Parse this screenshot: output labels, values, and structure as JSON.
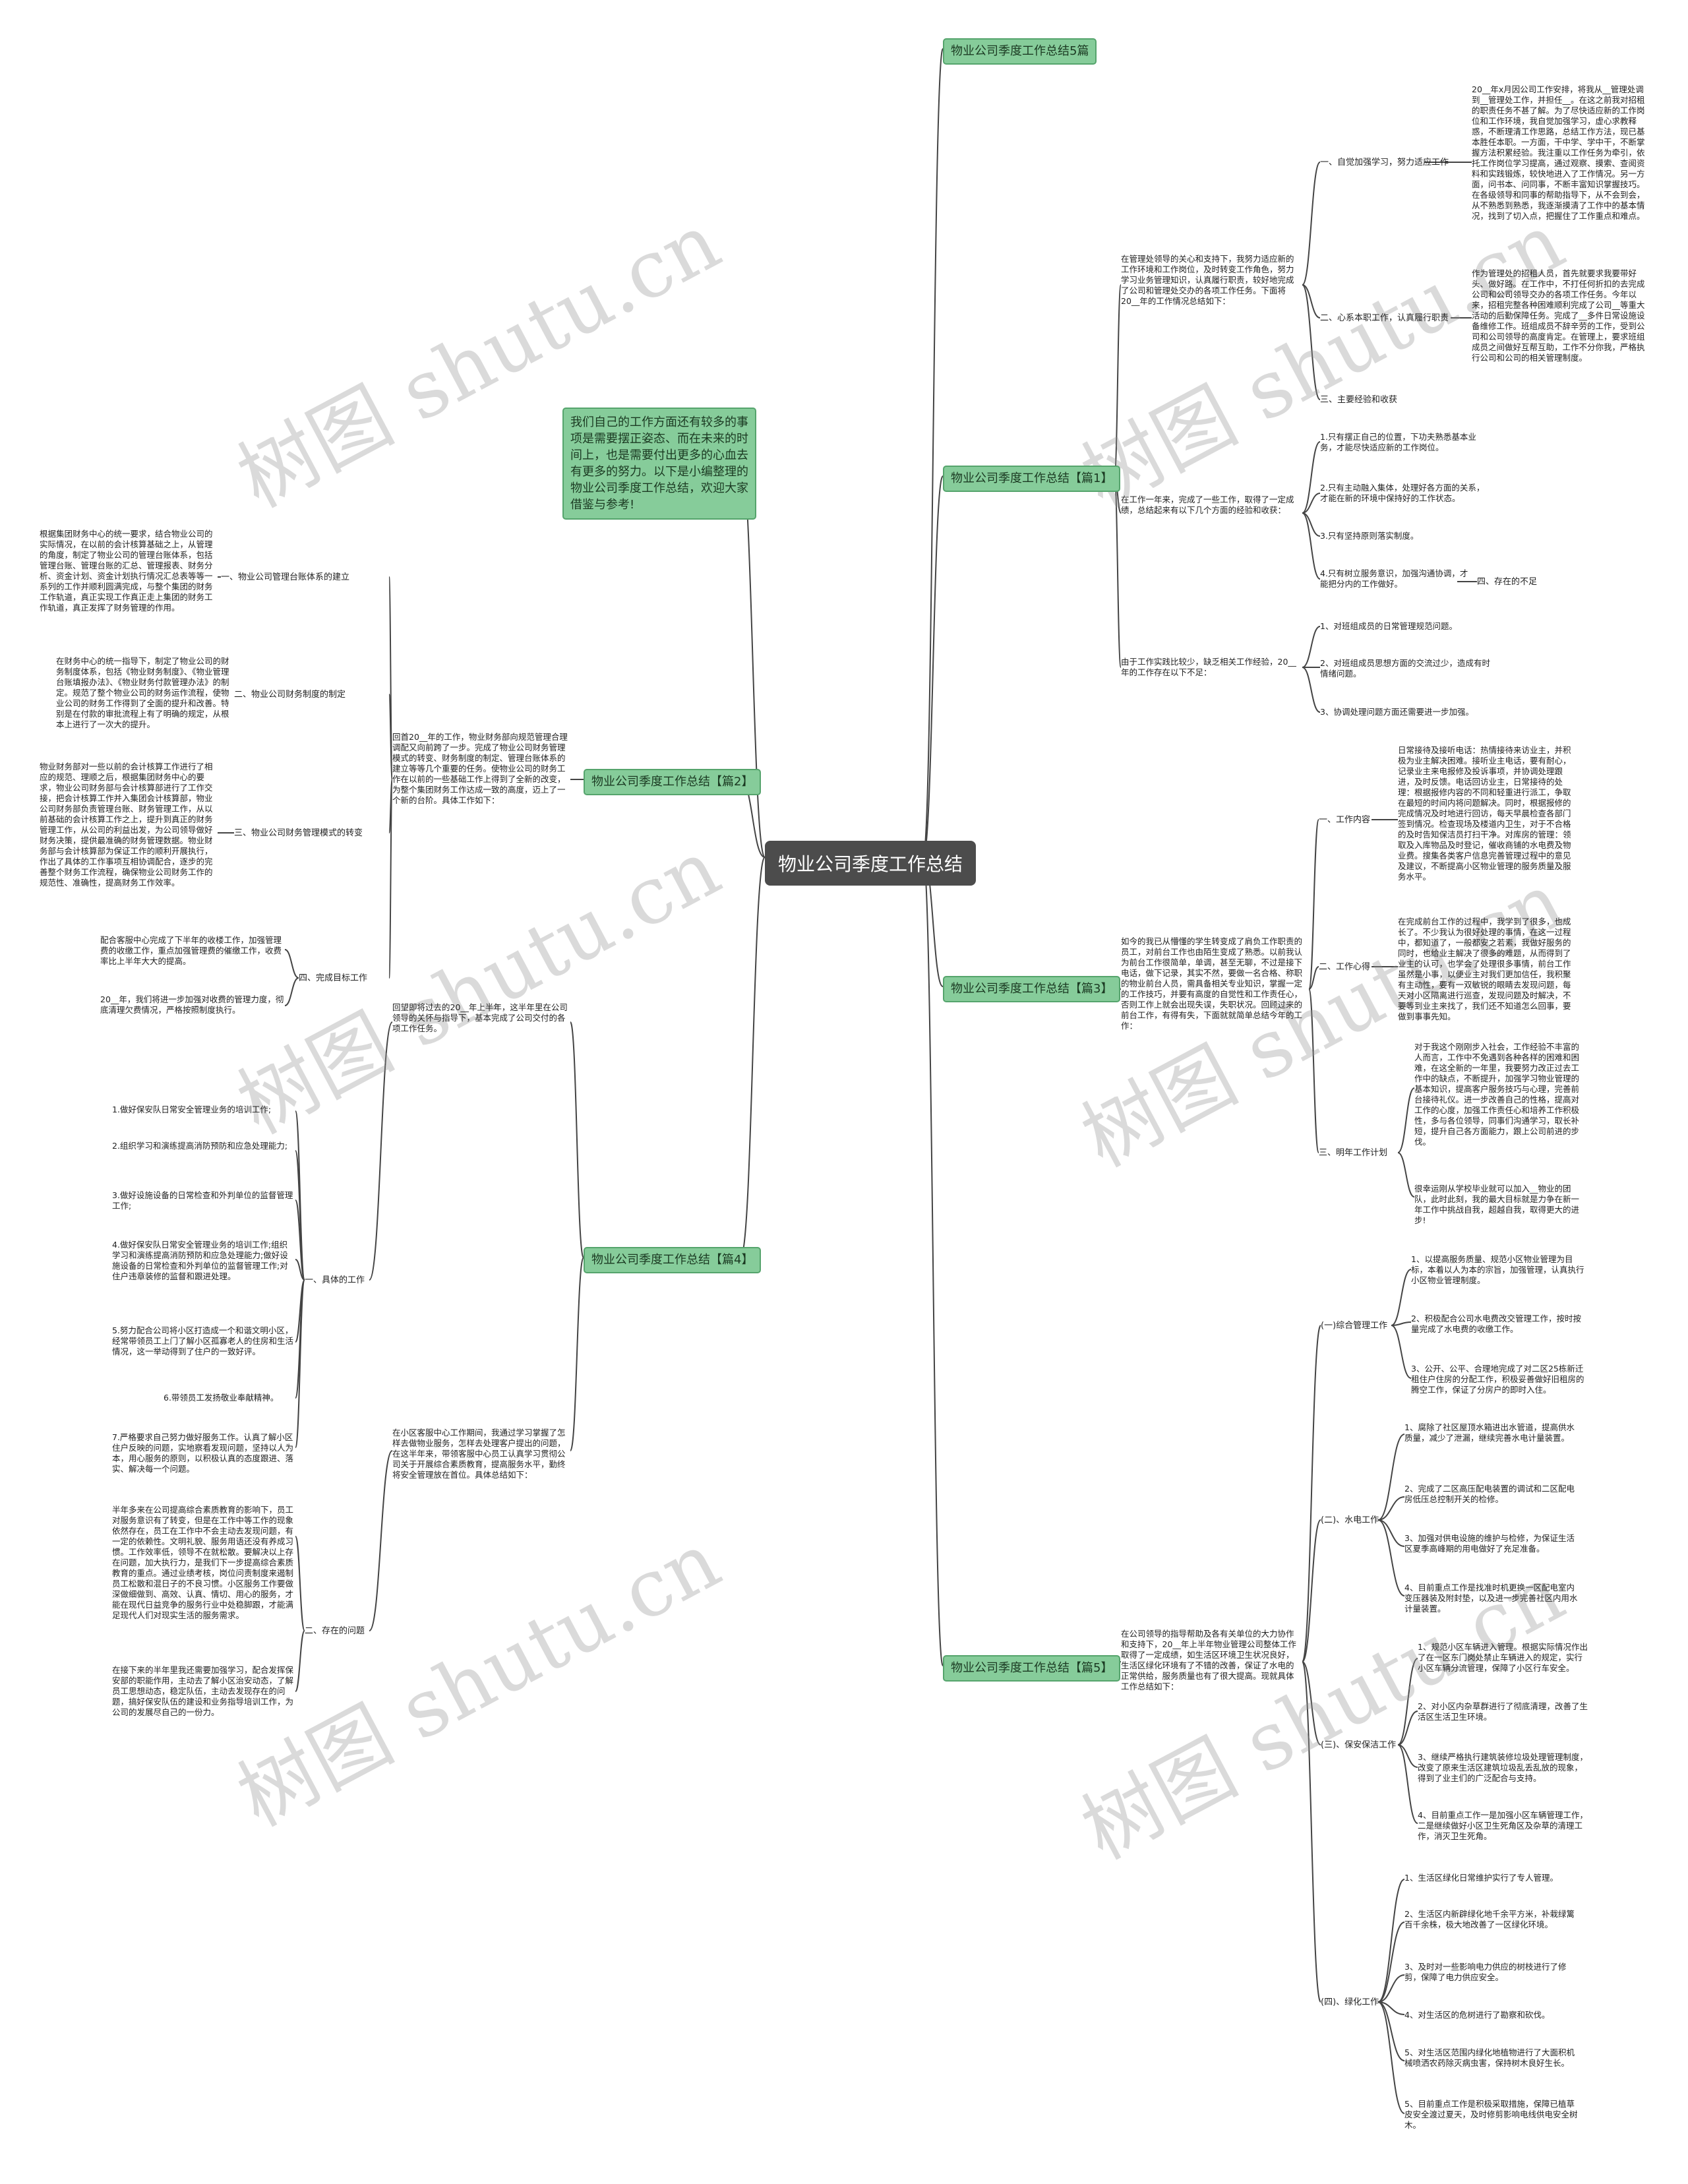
{
  "root": "物业公司季度工作总结",
  "watermark": "树图 shutu.cn",
  "note": "我们自己的工作方面还有较多的事项是需要摆正姿态、而在未来的时间上，也是需要付出更多的心血去有更多的努力。以下是小编整理的物业公司季度工作总结，欢迎大家借鉴与参考!",
  "branches": {
    "b5": "物业公司季度工作总结5篇",
    "p1": "物业公司季度工作总结【篇1】",
    "p2": "物业公司季度工作总结【篇2】",
    "p3": "物业公司季度工作总结【篇3】",
    "p4": "物业公司季度工作总结【篇4】",
    "p5": "物业公司季度工作总结【篇5】"
  },
  "p1": {
    "intro1": "在管理处领导的关心和支持下，我努力适应新的工作环境和工作岗位，及时转变工作角色，努力学习业务管理知识，认真履行职责，较好地完成了公司和管理处交办的各项工作任务。下面将20__年的工作情况总结如下：",
    "s1": "一、自觉加强学习，努力适应工作",
    "s1_text": "20__年x月因公司工作安排，将我从__管理处调到__管理处工作，并担任__。在这之前我对招租的职责任务不甚了解。为了尽快适应新的工作岗位和工作环境，我自觉加强学习，虚心求教释惑，不断理清工作思路，总结工作方法，现已基本胜任本职。一方面，干中学、学中干，不断掌握方法积累经验。我注重以工作任务为牵引，依托工作岗位学习提高，通过观察、摸索、查阅资料和实践锻炼，较快地进入了工作情况。另一方面，问书本、问同事，不断丰富知识掌握技巧。在各级领导和同事的帮助指导下，从不会到会，从不熟悉到熟悉，我逐渐摸清了工作中的基本情况，找到了切入点，把握住了工作重点和难点。",
    "s2": "二、心系本职工作，认真履行职责",
    "s2_text": "作为管理处的招租人员，首先就要求我要带好头、做好路。在工作中，不打任何折扣的去完成公司和公司领导交办的各项工作任务。今年以来，招租完整各种困难顺利完成了公司__等重大活动的后勤保障任务。完成了__多件日常设施设备维修工作。班组成员不辞辛劳的工作，受到公司和公司领导的高度肯定。在管理上，要求班组成员之间做好互帮互助，工作不分你我，严格执行公司和公司的相关管理制度。",
    "s3": "三、主要经验和收获",
    "intro2": "在工作一年来，完成了一些工作，取得了一定成绩，总结起来有以下几个方面的经验和收获：",
    "e1": "1.只有摆正自己的位置，下功夫熟悉基本业务，才能尽快适应新的工作岗位。",
    "e2": "2.只有主动融入集体，处理好各方面的关系，才能在新的环境中保持好的工作状态。",
    "e3": "3.只有坚持原则落实制度。",
    "e4": "4.只有树立服务意识，加强沟通协调，才能把分内的工作做好。",
    "s4": "四、存在的不足",
    "intro3": "由于工作实践比较少，缺乏相关工作经验，20__年的工作存在以下不足：",
    "d1": "1、对班组成员的日常管理规范问题。",
    "d2": "2、对班组成员思想方面的交流过少，造成有时情绪问题。",
    "d3": "3、协调处理问题方面还需要进一步加强。"
  },
  "p2": {
    "intro": "回首20__年的工作，物业财务部向规范管理合理调配又向前跨了一步。完成了物业公司财务管理模式的转变、财务制度的制定、管理台账体系的建立等等几个重要的任务。使物业公司的财务工作在以前的一些基础工作上得到了全新的改变，为整个集团财务工作达成一致的高度，迈上了一个新的台阶。具体工作如下：",
    "s1": "一、物业公司管理台账体系的建立",
    "s1_text": "根据集团财务中心的统一要求，结合物业公司的实际情况，在以前的会计核算基础之上，从管理的角度，制定了物业公司的管理台账体系，包括管理台账、管理台账的汇总、管理报表、财务分析、资金计划、资金计划执行情况汇总表等等一系列的工作并顺利圆满完成，与整个集团的财务工作轨道，真正实现工作真正走上集团的财务工作轨道，真正发挥了财务管理的作用。",
    "s2": "二、物业公司财务制度的制定",
    "s2_text": "在财务中心的统一指导下，制定了物业公司的财务制度体系，包括《物业财务制度》、《物业管理台账填报办法》、《物业财务付款管理办法》的制定。规范了整个物业公司的财务运作流程，使物业公司的财务工作得到了全面的提升和改善。特别是在付款的审批流程上有了明确的规定，从根本上进行了一次大的提升。",
    "s3": "三、物业公司财务管理模式的转变",
    "s3_text": "物业财务部对一些以前的会计核算工作进行了相应的规范、理顺之后，根据集团财务中心的要求，物业公司财务部与会计核算部进行了工作交接，把会计核算工作并入集团会计核算部，物业公司财务部负责管理台账、财务管理工作，从以前基础的会计核算工作之上，提升到真正的财务管理工作，从公司的利益出发，为公司领导做好财务决策，提供最准确的财务管理数据。物业财务部与会计核算部为保证工作的顺利开展执行，作出了具体的工作事项互相协调配合，逐步的完善整个财务工作流程，确保物业公司财务工作的规范性、准确性，提高财务工作效率。",
    "s4": "四、完成目标工作",
    "g1": "配合客服中心完成了下半年的收楼工作，加强管理费的收缴工作，重点加强管理费的催缴工作，收费率比上半年大大的提高。",
    "g2": "20__年，我们将进一步加强对收费的管理力度，彻底清理欠费情况，严格按照制度执行。"
  },
  "p3": {
    "intro": "如今的我已从懵懂的学生转变成了肩负工作职责的员工，对前台工作也由陌生变成了熟悉。以前我认为前台工作很简单，单调，甚至无聊，不过是接下电话，做下记录，其实不然，要做一名合格、称职的物业前台人员，需具备相关专业知识，掌握一定的工作技巧，并要有高度的自觉性和工作责任心，否则工作上就会出现失误，失职状况。回顾过来的前台工作，有得有失，下面就就简单总结今年的工作：",
    "s1": "一、工作内容",
    "s1_text": "日常接待及接听电话：热情接待来访业主，并积极为业主解决困难。接听业主电话，要有耐心，记录业主来电报修及投诉事项，并协调处理跟进，及时反馈。电话回访业主，日常接待的处理：根据报修内容的不同和轻重进行派工，争取在最短的时间内将问题解决。同时，根据报修的完成情况及时地进行回访，每天早晨检查各部门签到情况。检查现场及楼道内卫生，对于不合格的及时告知保洁员打扫干净。对库房的管理：领取及入库物品及时登记，催收商铺的水电费及物业费。搜集各类客户信息完善管理过程中的意见及建议，不断提高小区物业管理的服务质量及服务水平。",
    "s2": "二、工作心得",
    "s2_text": "在完成前台工作的过程中，我学到了很多，也成长了。不少我认为很好处理的事情，在这一过程中，都知道了，一般都安之若素，我做好服务的同时，也给业主解决了很多的难题，从而得到了业主的认可，也学会了处理很多事情，前台工作虽然是小事，以便业主对我们更加信任，我积聚有主动性，要有一双敏锐的眼睛去发现问题，每天对小区隔离进行巡查，发现问题及时解决，不要等到业主来找了，我们还不知道怎么回事，要做到事事先知。",
    "s3": "三、明年工作计划",
    "s3_text1": "对于我这个刚刚步入社会，工作经验不丰富的人而言，工作中不免遇到各种各样的困难和困难，在这全新的一年里，我要努力改正过去工作中的缺点，不断提升，加强学习物业管理的基本知识，提高客户服务技巧与心理，完善前台接待礼仪。进一步改善自己的性格，提高对工作的心度，加强工作责任心和培养工作积极性，多与各位领导，同事们沟通学习，取长补短，提升自己各方面能力，跟上公司前进的步伐。",
    "s3_text2": "很幸运刚从学校毕业就可以加入__物业的团队，此时此刻，我的最大目标就是力争在新一年工作中挑战自我，超越自我，取得更大的进步!"
  },
  "p4": {
    "intro1": "回望即将过去的20__年上半年，这半年里在公司领导的关怀与指导下，基本完成了公司交付的各项工作任务。",
    "s1": "一、具体的工作",
    "w1": "1.做好保安队日常安全管理业务的培训工作;",
    "w2": "2.组织学习和演练提高消防预防和应急处理能力;",
    "w3": "3.做好设施设备的日常检查和外判单位的监督管理工作;",
    "w4": "4.做好保安队日常安全管理业务的培训工作;组织学习和演练提高消防预防和应急处理能力;做好设施设备的日常检查和外判单位的监督管理工作;对住户违章装修的监督和跟进处理。",
    "w5": "5.努力配合公司将小区打造成一个和谐文明小区，经常带领员工上门了解小区孤寡老人的住房和生活情况，这一举动得到了住户的一致好评。",
    "w6": "6.带领员工发扬敬业奉献精神。",
    "w7": "7.严格要求自己努力做好服务工作。认真了解小区住户反映的问题，实地察看发现问题，坚持以人为本，用心服务的原则，以积极认真的态度跟进、落实、解决每一个问题。",
    "intro2": "在小区客服中心工作期间，我通过学习掌握了怎样去做物业服务，怎样去处理客户提出的问题，在这半年来，带领客服中心员工认真学习贯彻公司关于开展综合素质教育，提高服务水平，勤终将安全管理放在首位。具体总结如下：",
    "s2": "二、存在的问题",
    "q1": "半年多来在公司提高综合素质教育的影响下，员工对服务意识有了转变，但是在工作中等工作的现象依然存在，员工在工作中不会主动去发现问题，有一定的依赖性。文明礼貌、服务用语还没有养成习惯。工作效率低，领导不在就松散。要解决以上存在问题，加大执行力，是我们下一步提高综合素质教育的重点。通过业绩考核，岗位问责制度来遏制员工松散和混日子的不良习惯。小区服务工作要做深做细做到、高效、认真、情切、用心的服务，才能在现代日益竞争的服务行业中处稳脚跟，才能满足现代人们对现实生活的服务需求。",
    "q2": "在接下来的半年里我还需要加强学习，配合发挥保安部的职能作用，主动去了解小区治安动态，了解员工思想动态，稳定队伍，主动去发现存在的问题，搞好保安队伍的建设和业务指导培训工作，为公司的发展尽自己的一份力。"
  },
  "p5": {
    "intro": "在公司领导的指导帮助及各有关单位的大力协作和支持下，20__年上半年物业管理公司整体工作取得了一定成绩，如生活区环境卫生状况良好，生活区绿化环境有了不错的改善，保证了水电的正常供给，服务质量也有了很大提高。现就具体工作总结如下：",
    "s1": "(一)综合管理工作",
    "c1": "1、以提高服务质量、规范小区物业管理为目标，本着以人为本的宗旨，加强管理，认真执行小区物业管理制度。",
    "c2": "2、积极配合公司水电费改交管理工作，按时按量完成了水电费的收缴工作。",
    "c3": "3、公开、公平、合理地完成了对二区25栋新迁租住户住房的分配工作，积极妥善做好旧租房的腾空工作，保证了分房户的即时入住。",
    "s2": "(二)、水电工作",
    "e1": "1、腐除了社区屋顶水箱进出水管道，提高供水质量，减少了泄漏，继续完善水电计量装置。",
    "e2": "2、完成了二区高压配电装置的调试和二区配电房低压总控制开关的检修。",
    "e3": "3、加强对供电设施的维护与检修，为保证生活区夏季高峰期的用电做好了充足准备。",
    "e4": "4、目前重点工作是找准时机更换一区配电室内变压器装及附封垫，以及进一步完善社区内用水计量装置。",
    "s3": "(三)、保安保洁工作",
    "a1": "1、规范小区车辆进入管理。根据实际情况作出了在一区东门岗处禁止车辆进入的规定，实行小区车辆分流管理，保障了小区行车安全。",
    "a2": "2、对小区内杂草群进行了彻底清理，改善了生活区生活卫生环境。",
    "a3": "3、继续严格执行建筑装修垃圾处理管理制度，改变了原来生活区建筑垃圾乱丢乱放的现象，得到了业主们的广泛配合与支持。",
    "a4": "4、目前重点工作一是加强小区车辆管理工作，二是继续做好小区卫生死角区及杂草的清理工作，消灭卫生死角。",
    "s4": "(四)、绿化工作",
    "r1": "1、生活区绿化日常维护实行了专人管理。",
    "r2": "2、生活区内新辟绿化地千余平方米，补栽绿篱百千余株，极大地改善了一区绿化环境。",
    "r3": "3、及时对一些影响电力供应的树枝进行了修剪，保障了电力供应安全。",
    "r4": "4、对生活区的危树进行了勘察和砍伐。",
    "r5": "5、对生活区范围内绿化地植物进行了大面积机械喷洒农药除灭病虫害，保持树木良好生长。",
    "r6": "5、目前重点工作是积极采取措施，保障已植草皮安全渡过夏天，及时修剪影响电线供电安全树木。"
  },
  "colors": {
    "root_bg": "#4c4c4c",
    "branch_bg": "#86cc9a",
    "branch_border": "#55a46c",
    "line": "#444444",
    "watermark": "#969696"
  }
}
